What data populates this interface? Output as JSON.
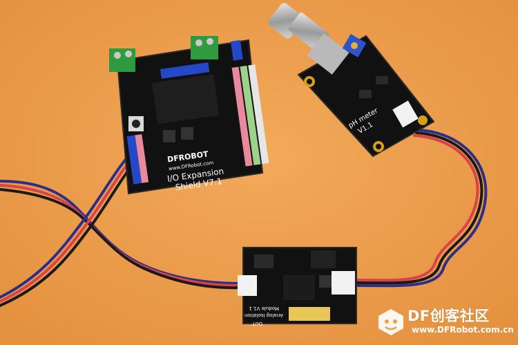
{
  "photo": {
    "background_color": "#eda14f",
    "board_color": "#141414",
    "expansion_shield": {
      "brand": "DFROBOT",
      "website": "www.DFRobot.com",
      "title_line1": "I/O Expansion",
      "title_line2": "Shield V7.1"
    },
    "ph_meter": {
      "title": "pH meter",
      "version": "V1.1"
    },
    "isolation_module": {
      "line1": "Analog Isolation",
      "line2": "Module V1.1",
      "port_label": "OUT"
    },
    "watermark": {
      "main": "DF创客社区",
      "sub": "www.DFRobot.com.cn"
    }
  }
}
